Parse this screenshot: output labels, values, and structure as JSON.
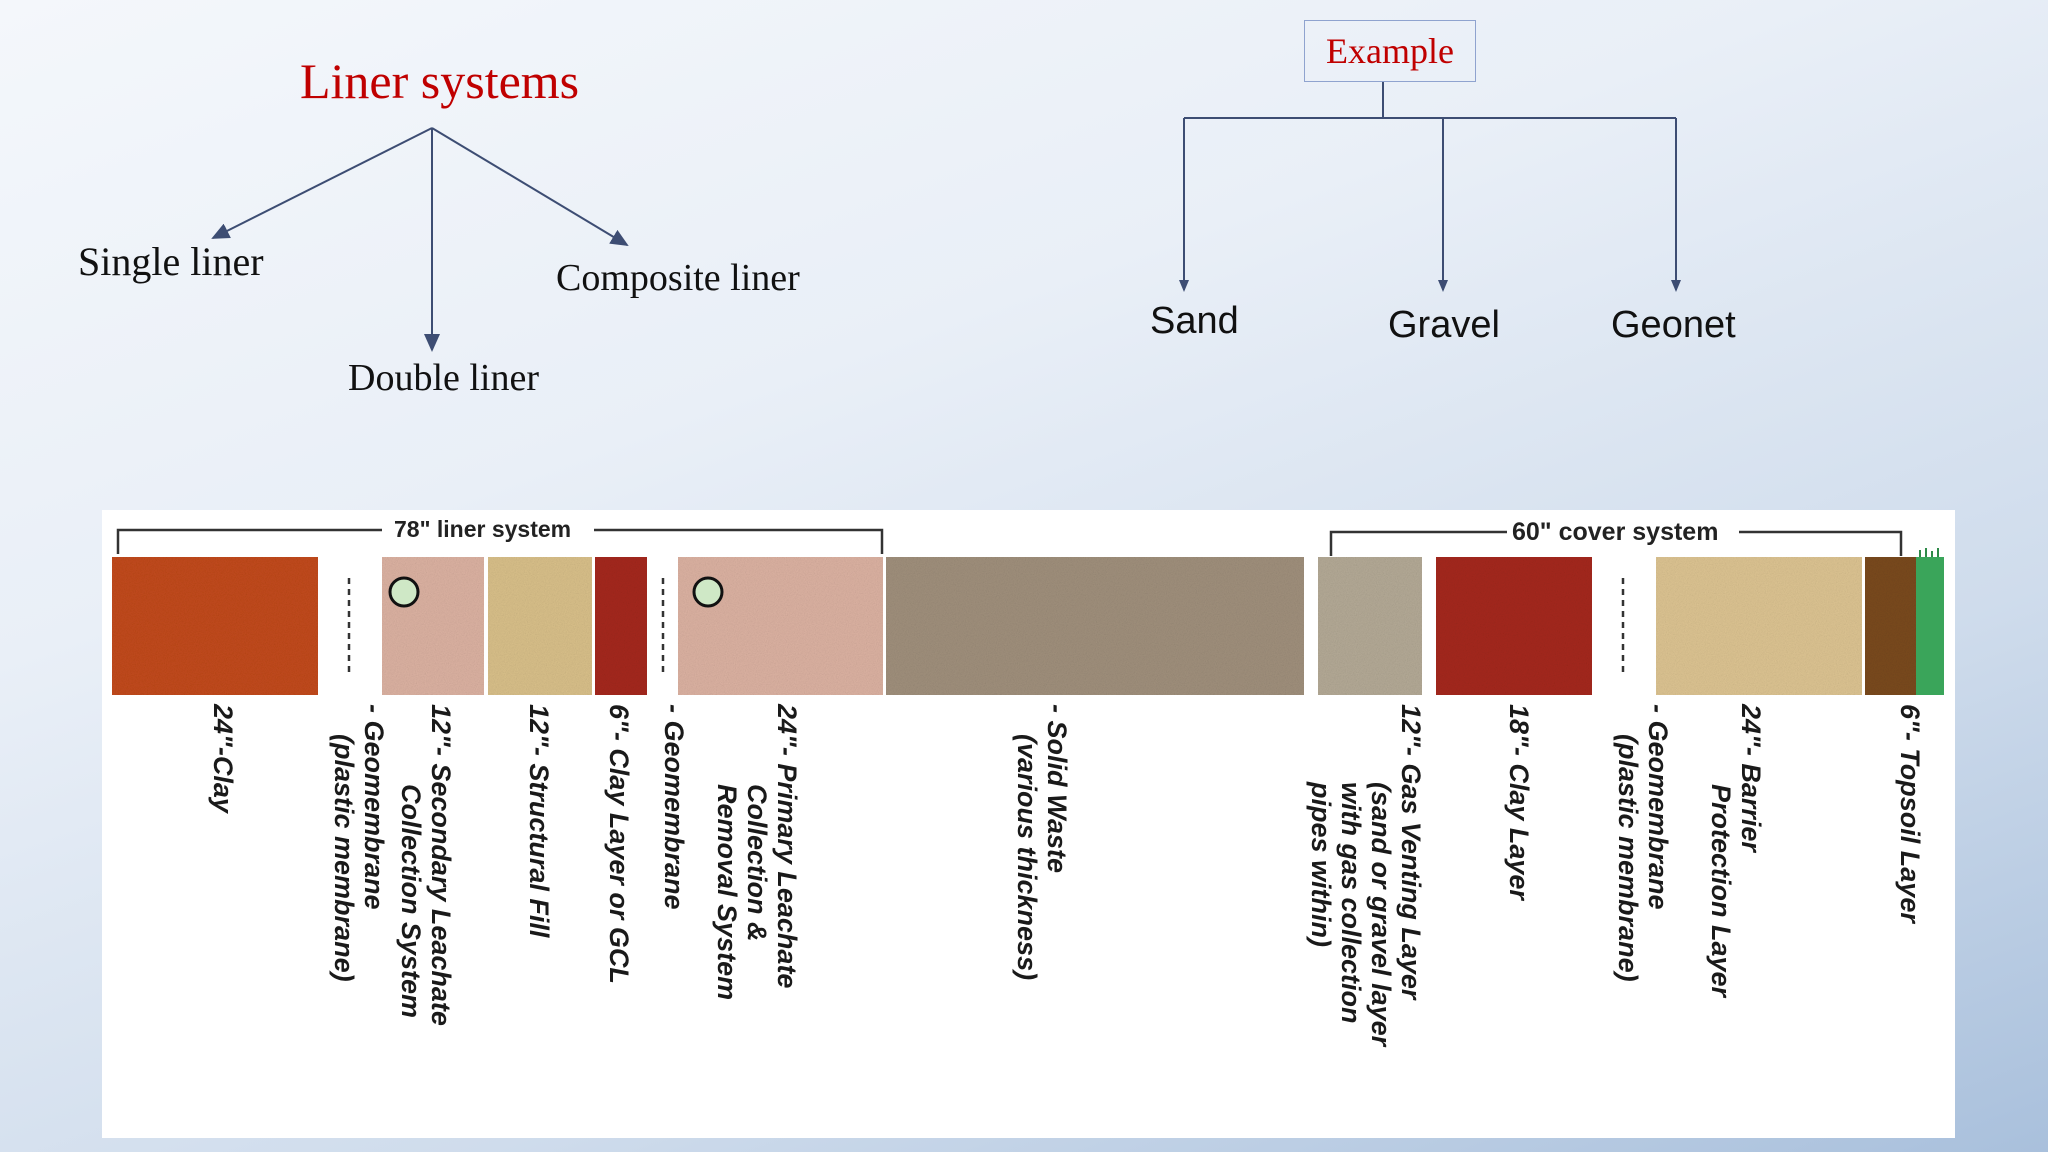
{
  "liner_tree": {
    "title": "Liner systems",
    "children": [
      "Single liner",
      "Double liner",
      "Composite liner"
    ]
  },
  "example_tree": {
    "title": "Example",
    "children": [
      "Sand",
      "Gravel",
      "Geonet"
    ]
  },
  "cross_section": {
    "liner_bracket_label": "78\" liner system",
    "cover_bracket_label": "60\" cover system",
    "layers": [
      {
        "label_line1": "24\"-Clay",
        "label_line2": "",
        "label_line3": "",
        "label_line4": ""
      },
      {
        "label_line1": "- Geomembrane",
        "label_line2": "(plastic membrane)",
        "label_line3": "",
        "label_line4": ""
      },
      {
        "label_line1": "12\"- Secondary Leachate",
        "label_line2": "Collection System",
        "label_line3": "",
        "label_line4": ""
      },
      {
        "label_line1": "12\"- Structural Fill",
        "label_line2": "",
        "label_line3": "",
        "label_line4": ""
      },
      {
        "label_line1": "6\"- Clay Layer or GCL",
        "label_line2": "",
        "label_line3": "",
        "label_line4": ""
      },
      {
        "label_line1": "- Geomembrane",
        "label_line2": "",
        "label_line3": "",
        "label_line4": ""
      },
      {
        "label_line1": "24\"- Primary Leachate",
        "label_line2": "Collection &",
        "label_line3": "Removal System",
        "label_line4": ""
      },
      {
        "label_line1": "- Solid Waste",
        "label_line2": "(various thickness)",
        "label_line3": "",
        "label_line4": ""
      },
      {
        "label_line1": "12\"- Gas Venting Layer",
        "label_line2": "(sand or gravel layer",
        "label_line3": "with gas collection",
        "label_line4": "pipes within)"
      },
      {
        "label_line1": "18\"- Clay Layer",
        "label_line2": "",
        "label_line3": "",
        "label_line4": ""
      },
      {
        "label_line1": "- Geomembrane",
        "label_line2": "(plastic membrane)",
        "label_line3": "",
        "label_line4": ""
      },
      {
        "label_line1": "24\"- Barrier",
        "label_line2": "Protection Layer",
        "label_line3": "",
        "label_line4": ""
      },
      {
        "label_line1": "6\"- Topsoil Layer",
        "label_line2": "",
        "label_line3": "",
        "label_line4": ""
      }
    ]
  },
  "colors": {
    "title_red": "#c00000",
    "line_blue": "#3d4d73",
    "clay_orange": "#c24a1b",
    "liner_pink": "#dcb2a2",
    "fill_tan": "#d9c08a",
    "clay_red": "#a5281c",
    "waste": "#a0907c",
    "gas_grey": "#b4aa96",
    "barrier_tan": "#ddc492",
    "topsoil": "#7a4a1e",
    "grass": "#3aa55a"
  }
}
